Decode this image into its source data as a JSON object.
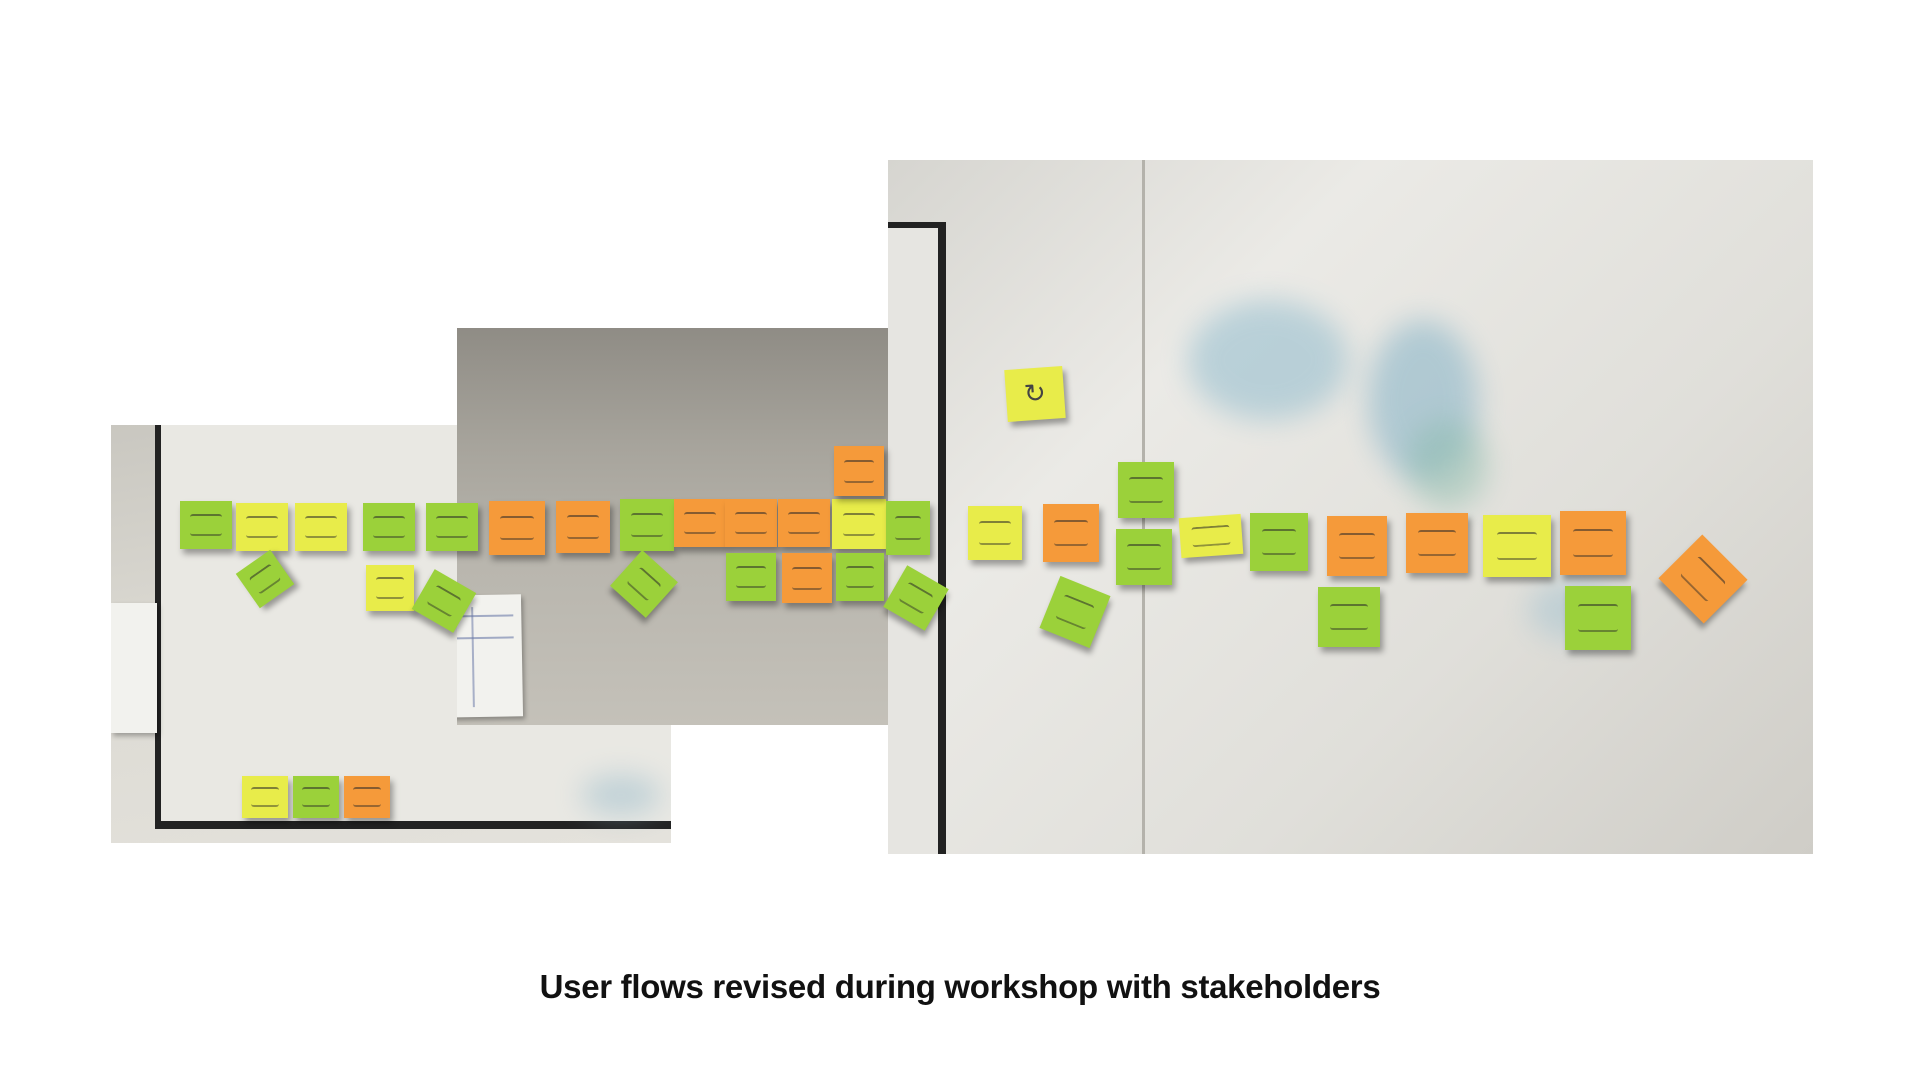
{
  "caption": "User flows revised during workshop with stakeholders",
  "colors": {
    "background": "#ffffff",
    "note_orange": "#f59a3a",
    "note_green": "#9bd13a",
    "note_yellow": "#e8ec4a",
    "caption_text": "#111111"
  },
  "photos": {
    "left": {
      "icon": "whiteboard-photo"
    },
    "middle": {
      "icon": "wall-photo"
    },
    "right": {
      "icon": "wall-photo"
    }
  }
}
